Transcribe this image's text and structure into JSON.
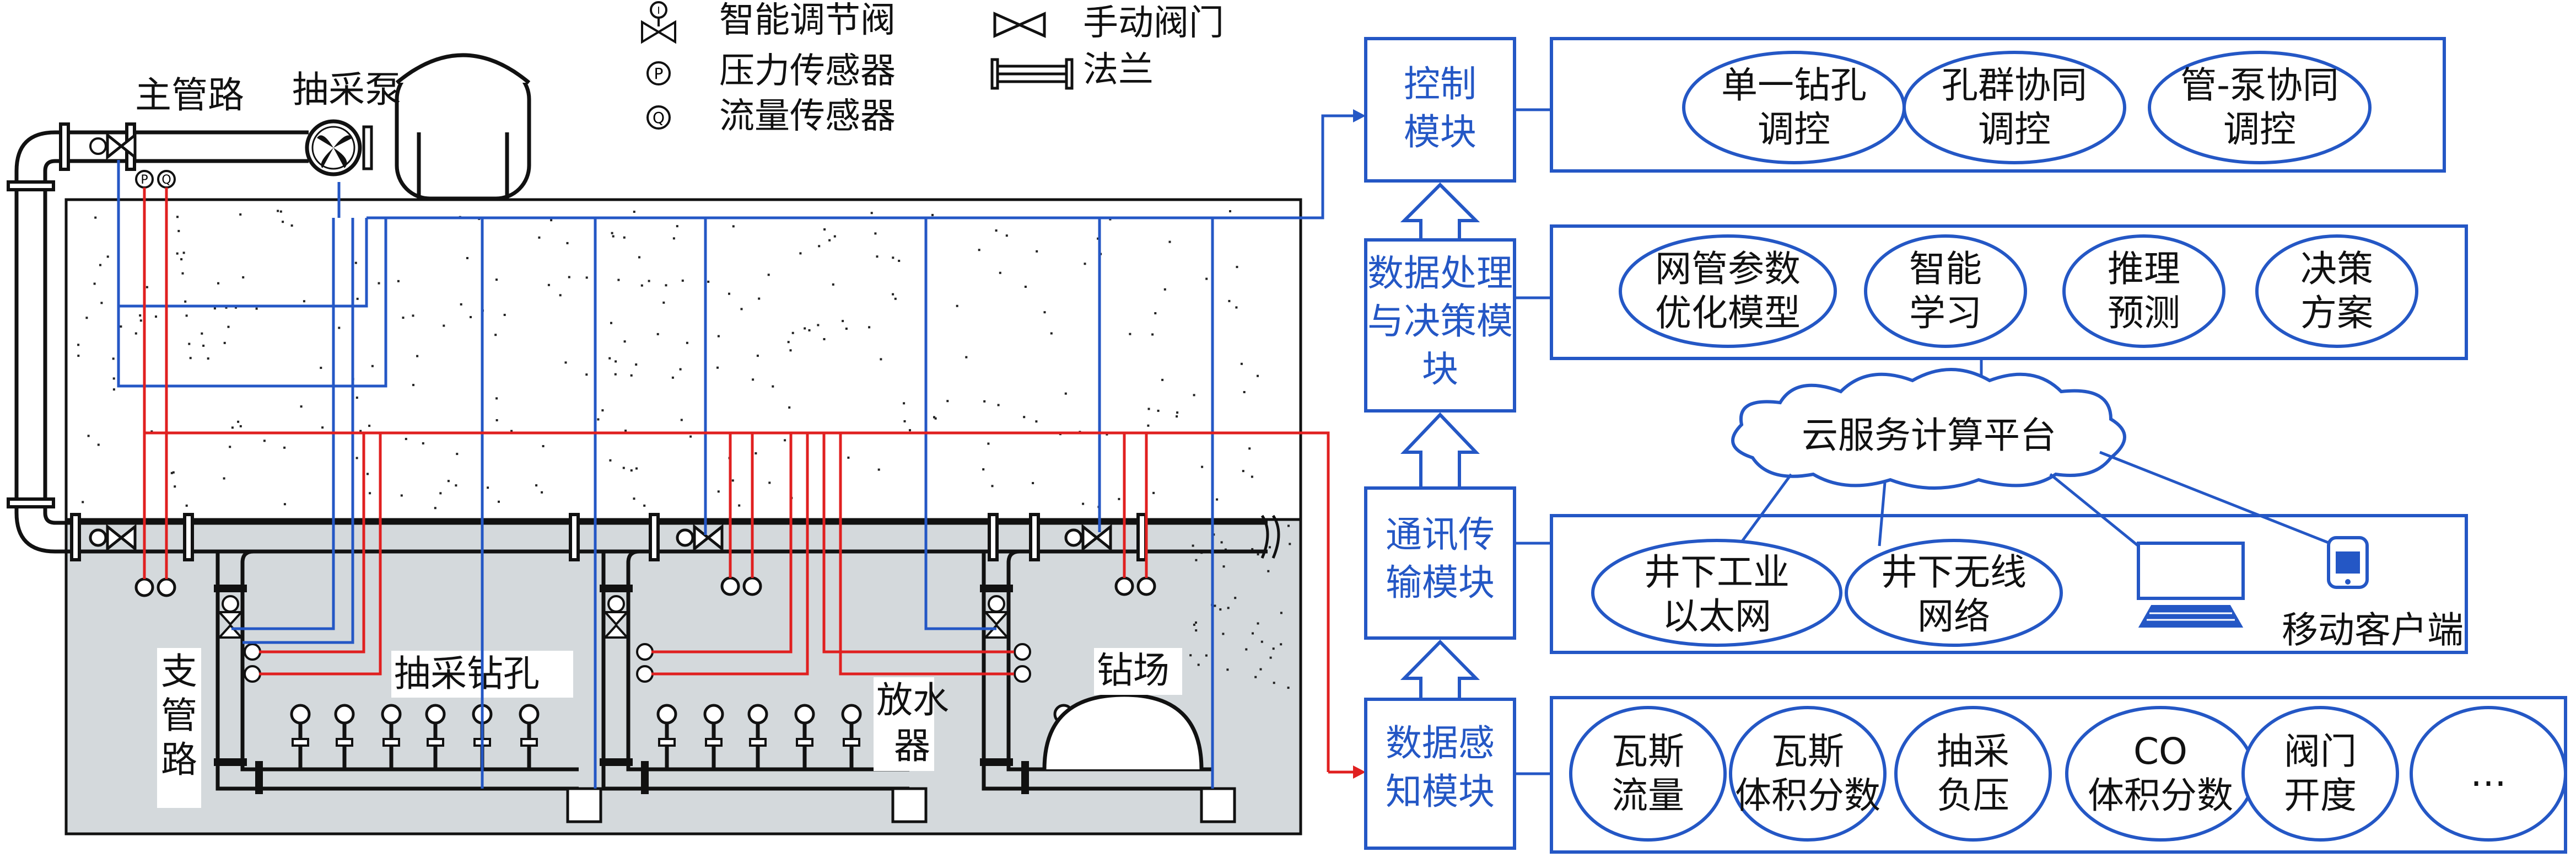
{
  "legend": {
    "valve_smart": "智能调节阀",
    "pressure_sensor": "压力传感器",
    "flow_sensor": "流量传感器",
    "manual_valve": "手动阀门",
    "flange": "法兰",
    "sym_pressure": "P",
    "sym_flow": "Q",
    "sym_valve": "I"
  },
  "mine": {
    "main_pipe": "主管路",
    "pump": "抽采泵",
    "branch_pipe": "支管路",
    "borehole": "抽采钻孔",
    "drainer": "放水器",
    "drill_site": "钻场"
  },
  "modules": {
    "control": "控制模块",
    "processing": "数据处理与决策模块",
    "communication": "通讯传输模块",
    "sensing": "数据感知模块"
  },
  "control_items": [
    "单一钻孔调控",
    "孔群协同调控",
    "管-泵协同调控"
  ],
  "processing_items": [
    "网管参数优化模型",
    "智能学习",
    "推理预测",
    "决策方案"
  ],
  "cloud": "云服务计算平台",
  "comm_items": {
    "ethernet": "井下工业以太网",
    "wireless": "井下无线网络",
    "mobile": "移动客户端"
  },
  "sensing_items": [
    "瓦斯流量",
    "瓦斯体积分数",
    "抽采负压",
    "CO体积分数",
    "阀门开度",
    "…"
  ],
  "colors": {
    "module_blue": "#2457c5",
    "signal_red": "#e02020",
    "signal_blue": "#2457c5",
    "rock_gray": "#d4d9dc",
    "line_black": "#111111"
  }
}
